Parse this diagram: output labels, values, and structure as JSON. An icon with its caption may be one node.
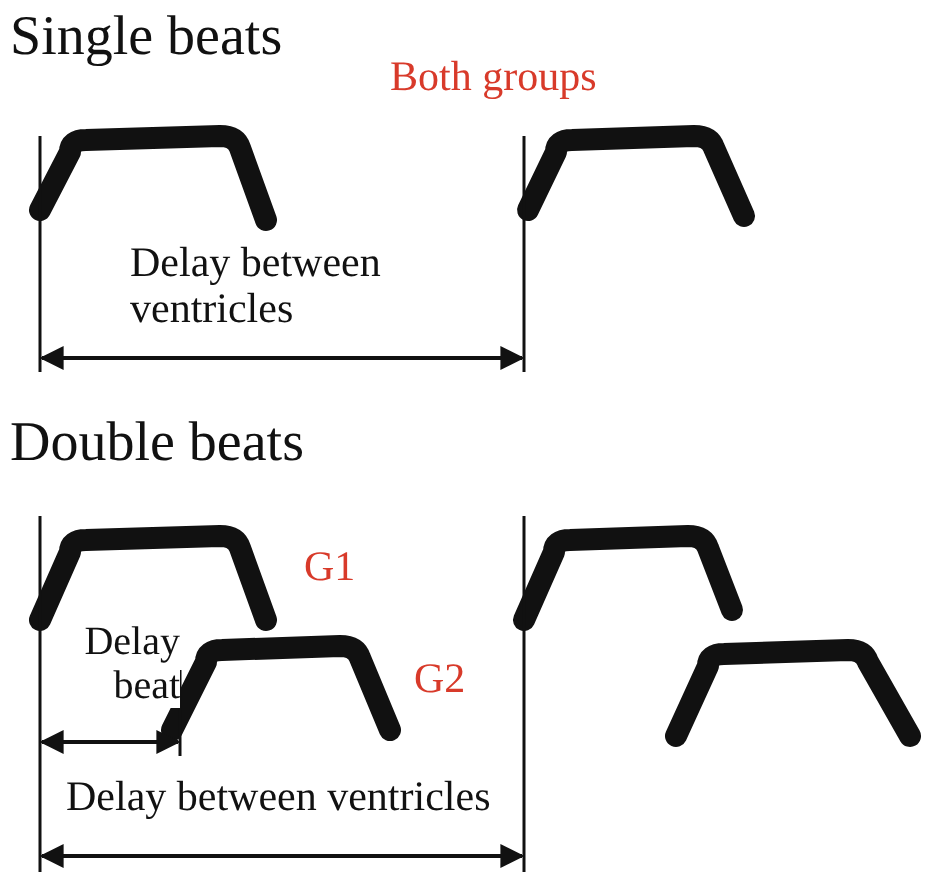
{
  "diagram": {
    "labels": [
      "Single beats",
      "Both groups",
      "Delay between ventricles",
      "Double beats",
      "G1",
      "G2",
      "Delay beat",
      "Delay between ventricles"
    ]
  }
}
